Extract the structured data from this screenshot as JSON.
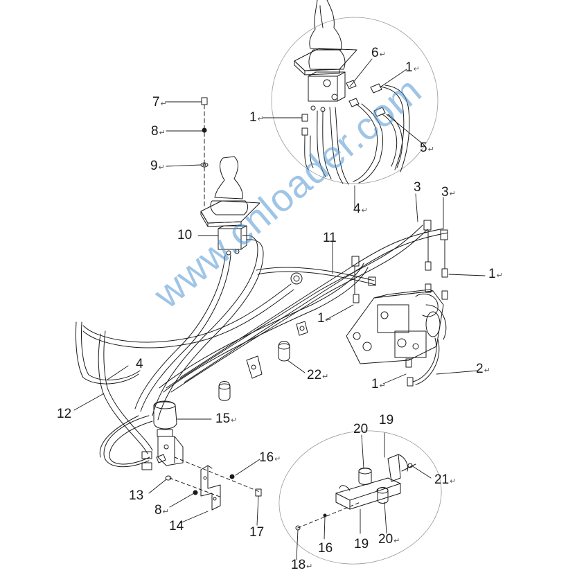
{
  "watermark": "www.cnloader.com",
  "colors": {
    "line": "#1a1a1a",
    "watermark": "#5096d2"
  },
  "callouts": {
    "c1_top": "1",
    "c1_top_right": "1",
    "c1_left": "1",
    "c1_mid": "1",
    "c1_bottom": "1",
    "c2": "2",
    "c3_a": "3",
    "c3_b": "3",
    "c4_top": "4",
    "c4_left": "4",
    "c5": "5",
    "c6": "6",
    "c7": "7",
    "c8_top": "8",
    "c8_bottom": "8",
    "c9": "9",
    "c10": "10",
    "c11": "11",
    "c12": "12",
    "c13": "13",
    "c14": "14",
    "c15": "15",
    "c16_a": "16",
    "c16_b": "16",
    "c17": "17",
    "c18": "18",
    "c19_top": "19",
    "c19_bottom": "19",
    "c20_top": "20",
    "c20_bottom": "20",
    "c21": "21",
    "c22": "22"
  },
  "return_mark": "↵"
}
